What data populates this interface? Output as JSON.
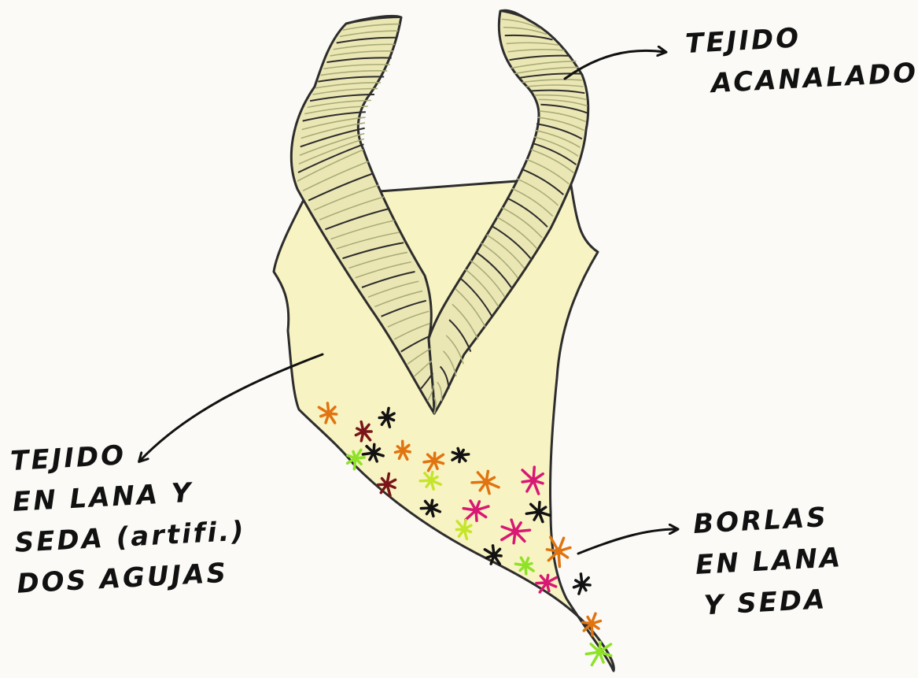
{
  "labels": {
    "ribbed": {
      "lines": [
        "TEJIDO",
        "ACANALADO"
      ]
    },
    "knit": {
      "lines": [
        "TEJIDO",
        "EN LANA Y",
        "SEDA (artifi.)",
        "DOS AGUJAS"
      ]
    },
    "tassels": {
      "lines": [
        "BORLAS",
        "EN LANA",
        "Y SEDA"
      ]
    }
  },
  "colors": {
    "garment_fill": "#f8f3c2",
    "rib_fill": "#ebe7b4",
    "rib_dark": "#a9ac78",
    "outline": "#2d2d2d",
    "tassel_colors": [
      "#e07410",
      "#d81873",
      "#121212",
      "#7a1519",
      "#8ee228",
      "#c5e52b"
    ]
  }
}
